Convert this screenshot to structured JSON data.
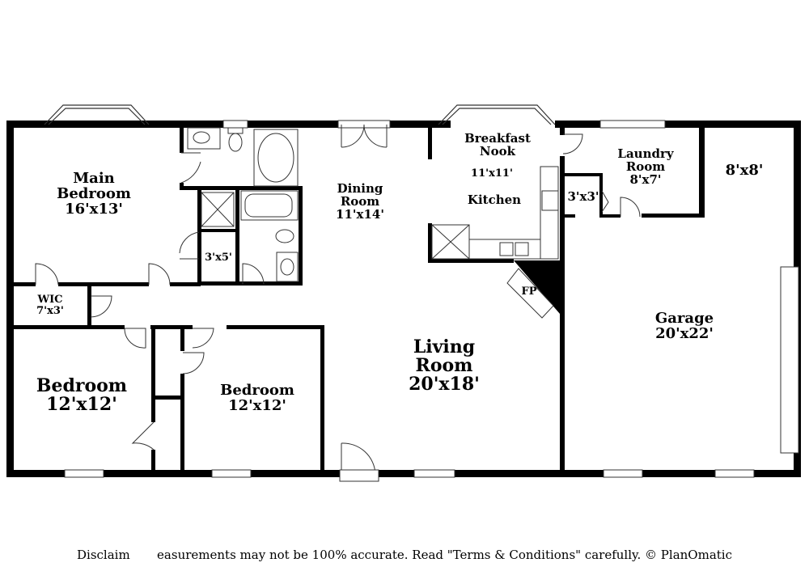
{
  "rooms": {
    "main_bedroom": {
      "name": "Main\nBedroom",
      "size": "16'x13'"
    },
    "wic": {
      "name": "WIC",
      "size": "7'x3'"
    },
    "bath_closet": {
      "size": "3'x5'"
    },
    "dining": {
      "name": "Dining\nRoom",
      "size": "11'x14'"
    },
    "breakfast": {
      "name": "Breakfast\nNook",
      "size": "11'x11'"
    },
    "kitchen": {
      "name": "Kitchen"
    },
    "pantry": {
      "size": "3'x3'"
    },
    "laundry": {
      "name": "Laundry\nRoom",
      "size": "8'x7'"
    },
    "storage": {
      "size": "8'x8'"
    },
    "fireplace": {
      "name": "FP"
    },
    "living": {
      "name": "Living\nRoom",
      "size": "20'x18'"
    },
    "garage": {
      "name": "Garage",
      "size": "20'x22'"
    },
    "bedroom_left": {
      "name": "Bedroom",
      "size": "12'x12'"
    },
    "bedroom_mid": {
      "name": "Bedroom",
      "size": "12'x12'"
    }
  },
  "disclaimer": "Disclaim       easurements may not be 100% accurate. Read \"Terms & Conditions\" carefully. © PlanOmatic",
  "colors": {
    "wall": "#000000",
    "fixture": "#333333",
    "background": "#ffffff"
  }
}
